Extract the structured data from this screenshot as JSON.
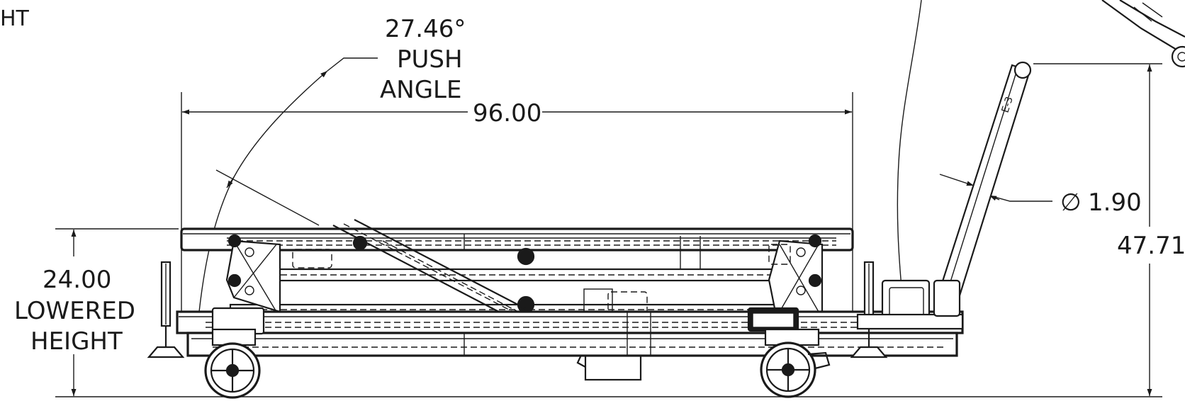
{
  "drawing": {
    "corner_text": "HT",
    "push_angle_value": "27.46°",
    "push_angle_label_1": "PUSH",
    "push_angle_label_2": "ANGLE",
    "length_dimension": "96.00",
    "lowered_height_value": "24.00",
    "lowered_height_label_1": "LOWERED",
    "lowered_height_label_2": "HEIGHT",
    "handle_diameter_symbol": "∅",
    "handle_diameter_value": "1.90",
    "overall_height_value": "47.71",
    "handle_marking": "E-3"
  }
}
